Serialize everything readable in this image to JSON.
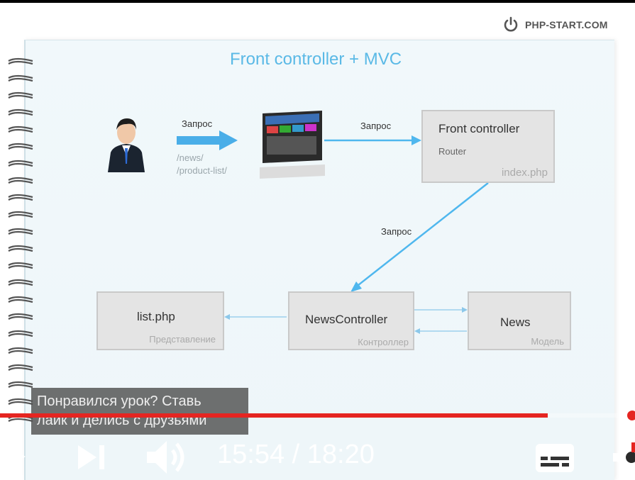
{
  "brand": {
    "text": "PHP-START.COM",
    "icon": "power-icon"
  },
  "slide": {
    "title": "Front controller + MVC",
    "request_label_1": "Запрос",
    "request_label_2": "Запрос",
    "request_label_3": "Запрос",
    "paths": [
      "/news/",
      "/product-list/"
    ],
    "front_controller": {
      "title": "Front controller",
      "role": "Router",
      "file": "index.php"
    },
    "view": {
      "title": "list.php",
      "sub": "Представление"
    },
    "controller": {
      "title": "NewsController",
      "sub": "Контроллер"
    },
    "model": {
      "title": "News",
      "sub": "Модель"
    }
  },
  "caption": {
    "line1": "Понравился урок? Ставь",
    "line2": "лайк и делись с друзьями"
  },
  "player": {
    "current_time": "15:54",
    "separator": "/",
    "duration": "18:20",
    "progress_percent": 86.7,
    "colors": {
      "progress": "#e52521",
      "text": "#ffffff"
    }
  }
}
